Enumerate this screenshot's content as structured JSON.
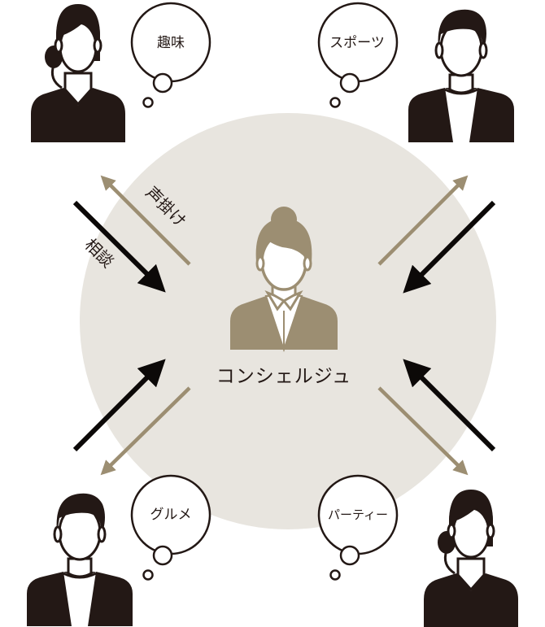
{
  "colors": {
    "background": "#ffffff",
    "circle": "#e8e5df",
    "accent": "#9c8e72",
    "dark": "#231815",
    "black": "#0c0908"
  },
  "center": {
    "label": "コンシェルジュ",
    "icon": "concierge-woman-icon"
  },
  "arrow_labels": {
    "outgoing": "声掛け",
    "incoming": "相談"
  },
  "guests": [
    {
      "position": "top-left",
      "icon": "woman-guest-icon",
      "bubble": "趣味"
    },
    {
      "position": "top-right",
      "icon": "man-guest-icon",
      "bubble": "スポーツ"
    },
    {
      "position": "bottom-left",
      "icon": "man-guest-icon",
      "bubble": "グルメ"
    },
    {
      "position": "bottom-right",
      "icon": "woman-guest-icon",
      "bubble": "パーティー"
    }
  ]
}
